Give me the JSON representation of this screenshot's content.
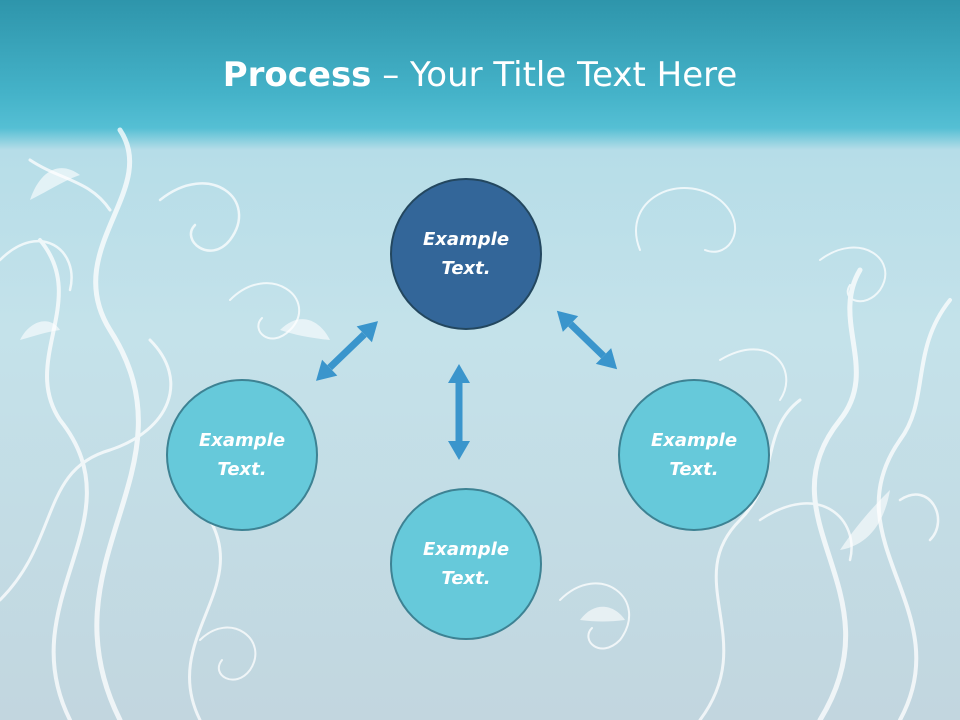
{
  "slide": {
    "title_bold": "Process",
    "title_rest": "– Your Title Text Here",
    "nodes": {
      "top": "Example Text.",
      "left": "Example Text.",
      "bottom": "Example Text.",
      "right": "Example Text."
    }
  },
  "colors": {
    "top_band": "#45b3c9",
    "node_dark": "#336699",
    "node_light": "#66c9da",
    "arrow": "#3a95cc"
  },
  "icons": {
    "arrows": [
      "double-arrow-icon",
      "double-arrow-icon",
      "double-arrow-icon"
    ],
    "background": "floral-swirl-pattern"
  }
}
